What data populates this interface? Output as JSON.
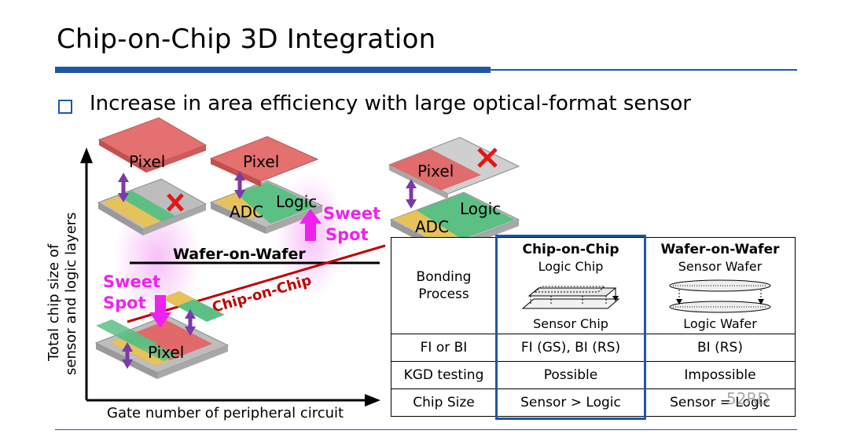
{
  "header": {
    "title": "Chip-on-Chip 3D Integration",
    "bullet": "Increase in area efficiency with large optical-format sensor"
  },
  "diagram": {
    "y_axis_label_line1": "Total chip size of",
    "y_axis_label_line2": "sensor and logic layers",
    "x_axis_label": "Gate number of peripheral circuit",
    "wafer_on_wafer_label": "Wafer-on-Wafer",
    "chip_on_chip_label": "Chip-on-Chip",
    "sweet_spot_label_1a": "Sweet",
    "sweet_spot_label_1b": "Spot",
    "sweet_spot_label_2a": "Sweet",
    "sweet_spot_label_2b": "Spot",
    "chip1_pixel": "Pixel",
    "chip2_pixel": "Pixel",
    "chip2_adc": "ADC",
    "chip2_logic": "Logic",
    "chip3_pixel": "Pixel",
    "chip3_logic": "Logic",
    "chip3_adc": "ADC",
    "chip4_pixel": "Pixel"
  },
  "table": {
    "headers": {
      "col2": "Chip-on-Chip",
      "col3": "Wafer-on-Wafer"
    },
    "row1": {
      "label": "Bonding Process",
      "label_line1": "Bonding",
      "label_line2": "Process",
      "coc_top": "Logic Chip",
      "coc_bottom": "Sensor Chip",
      "wow_top": "Sensor Wafer",
      "wow_bottom": "Logic Wafer"
    },
    "rows": [
      {
        "label": "FI or BI",
        "coc": "FI (GS), BI (RS)",
        "wow": "BI (RS)"
      },
      {
        "label": "KGD testing",
        "coc": "Possible",
        "wow": "Impossible"
      },
      {
        "label": "Chip Size",
        "coc": "Sensor > Logic",
        "wow": "Sensor = Logic"
      }
    ]
  },
  "watermark": "52RD",
  "colors": {
    "accent_blue": "#1f56a8",
    "pixel_red": "#e36464",
    "logic_green": "#5cbf84",
    "adc_yellow": "#e6c25a",
    "arrow_purple": "#7a3aa8",
    "sweet_spot_magenta": "#ee22ee",
    "chip_on_chip_line": "#c00000",
    "cross_red": "#e01818"
  }
}
